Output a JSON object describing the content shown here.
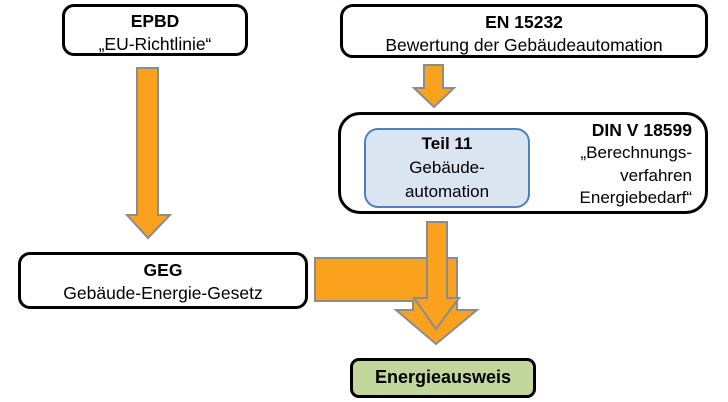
{
  "diagram": {
    "nodes": {
      "epbd": {
        "title": "EPBD",
        "subtitle": "„EU-Richtlinie“"
      },
      "en15232": {
        "title": "EN 15232",
        "subtitle": "Bewertung der Gebäudeautomation"
      },
      "din18599": {
        "title": "DIN V 18599",
        "quote_line1": "„Berechnungs-",
        "quote_line2": "verfahren",
        "quote_line3": "Energiebedarf“"
      },
      "teil11": {
        "title": "Teil 11",
        "line1": "Gebäude-",
        "line2": "automation"
      },
      "geg": {
        "title": "GEG",
        "subtitle": "Gebäude-Energie-Gesetz"
      },
      "energieausweis": {
        "label": "Energieausweis"
      }
    },
    "edges": [
      {
        "from": "EPBD",
        "to": "GEG"
      },
      {
        "from": "EN 15232",
        "to": "DIN V 18599"
      },
      {
        "from": "GEG",
        "to": "Energieausweis"
      },
      {
        "from": "Teil 11 Gebäudeautomation",
        "to": "Energieausweis"
      }
    ],
    "colors": {
      "arrow_fill": "#FAA21E",
      "arrow_stroke": "#8C8C8C",
      "teil11_fill": "#DBE5F1",
      "teil11_border": "#4F81BD",
      "energieausweis_fill": "#C3D69B",
      "box_border": "#000000",
      "background": "#FFFFFF"
    }
  }
}
